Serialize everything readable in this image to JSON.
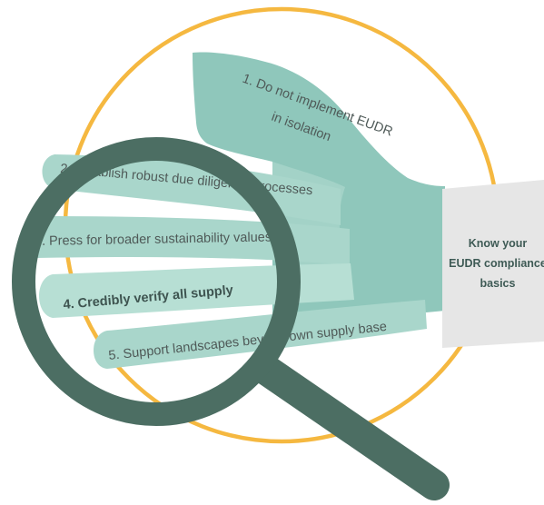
{
  "colors": {
    "circle": "#f5b840",
    "hand_back": "#8fc7bb",
    "fingers": "#a9d6cb",
    "finger_highlight": "#b7dfd4",
    "card": "#e6e6e6",
    "magnifier": "#4c6e63",
    "text": "#4f5a58",
    "card_text": "#3e5a55"
  },
  "steps": [
    {
      "line1": "1. Do not implement EUDR",
      "line2": "in isolation"
    },
    {
      "text": "2. Establish robust due diligence processes"
    },
    {
      "text": "3. Press for broader sustainability values"
    },
    {
      "text": "4. Credibly verify all supply"
    },
    {
      "text": "5. Support landscapes beyond own supply base"
    }
  ],
  "card": {
    "line1": "Know your",
    "line2": "EUDR compliance",
    "line3": "basics"
  },
  "icons": {
    "hand": "hand-icon",
    "magnifier": "magnifying-glass-icon"
  }
}
